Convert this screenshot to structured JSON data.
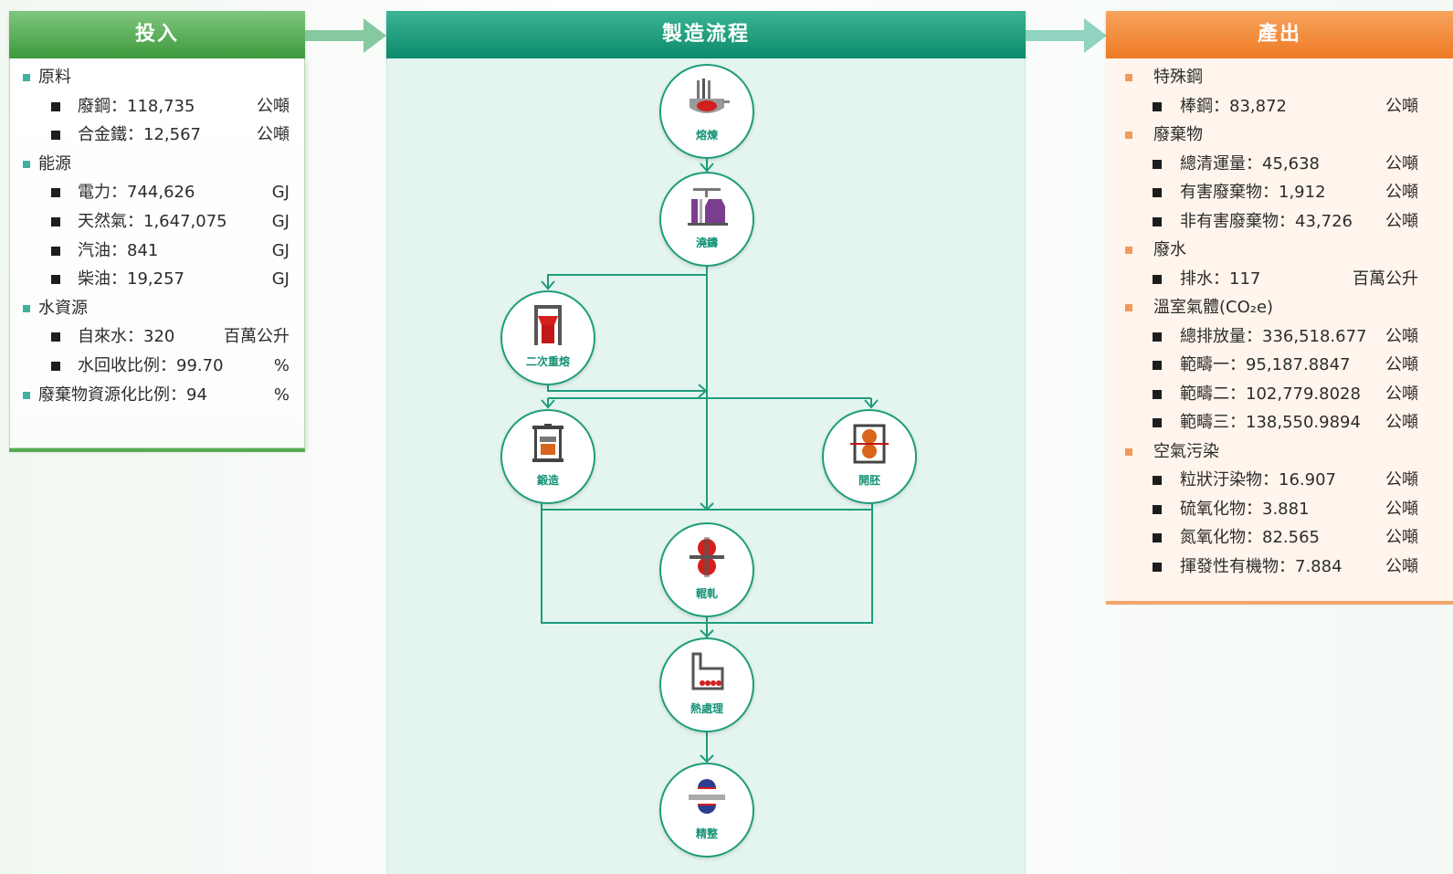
{
  "inputs": {
    "title": "投入",
    "rows": [
      {
        "kind": "cat",
        "text": "原料"
      },
      {
        "kind": "sub",
        "text": "廢鋼：118,735",
        "unit": "公噸"
      },
      {
        "kind": "sub",
        "text": "合金鐵：12,567",
        "unit": "公噸"
      },
      {
        "kind": "cat",
        "text": "能源"
      },
      {
        "kind": "sub",
        "text": "電力：744,626",
        "unit": "GJ"
      },
      {
        "kind": "sub",
        "text": "天然氣：1,647,075",
        "unit": "GJ"
      },
      {
        "kind": "sub",
        "text": "汽油：841",
        "unit": "GJ"
      },
      {
        "kind": "sub",
        "text": "柴油：19,257",
        "unit": "GJ"
      },
      {
        "kind": "cat",
        "text": "水資源"
      },
      {
        "kind": "sub",
        "text": "自來水：320",
        "unit": "百萬公升"
      },
      {
        "kind": "sub",
        "text": "水回收比例：99.70",
        "unit": "%"
      },
      {
        "kind": "cat",
        "text": "廢棄物資源化比例：94",
        "unit": "%"
      }
    ]
  },
  "process": {
    "title": "製造流程",
    "steps": {
      "smelting": "熔煉",
      "casting": "澆鑄",
      "remelting": "二次重熔",
      "forging": "鍛造",
      "blooming": "開胚",
      "rolling": "輥軋",
      "heat_treatment": "熱處理",
      "finishing": "精整"
    }
  },
  "outputs": {
    "title": "產出",
    "rows": [
      {
        "kind": "cat",
        "text": "特殊鋼"
      },
      {
        "kind": "sub",
        "text": "棒鋼：83,872",
        "unit": "公噸"
      },
      {
        "kind": "cat",
        "text": "廢棄物"
      },
      {
        "kind": "sub",
        "text": "總清運量：45,638",
        "unit": "公噸"
      },
      {
        "kind": "sub",
        "text": "有害廢棄物：1,912",
        "unit": "公噸"
      },
      {
        "kind": "sub",
        "text": "非有害廢棄物：43,726",
        "unit": "公噸"
      },
      {
        "kind": "cat",
        "text": "廢水"
      },
      {
        "kind": "sub",
        "text": "排水：117",
        "unit": "百萬公升"
      },
      {
        "kind": "cat",
        "text": "溫室氣體(CO₂e)"
      },
      {
        "kind": "sub",
        "text": "總排放量：336,518.677",
        "unit": "公噸"
      },
      {
        "kind": "sub",
        "text": "範疇一：95,187.8847",
        "unit": "公噸"
      },
      {
        "kind": "sub",
        "text": "範疇二：102,779.8028",
        "unit": "公噸"
      },
      {
        "kind": "sub",
        "text": "範疇三：138,550.9894",
        "unit": "公噸"
      },
      {
        "kind": "cat",
        "text": "空氣污染"
      },
      {
        "kind": "sub",
        "text": "粒狀汙染物：16.907",
        "unit": "公噸"
      },
      {
        "kind": "sub",
        "text": "硫氧化物：3.881",
        "unit": "公噸"
      },
      {
        "kind": "sub",
        "text": "氮氧化物：82.565",
        "unit": "公噸"
      },
      {
        "kind": "sub",
        "text": "揮發性有機物：7.884",
        "unit": "公噸"
      }
    ]
  },
  "colors": {
    "input_accent": "#3d9a3c",
    "process_accent": "#0c8a6b",
    "output_accent": "#ee7a23",
    "flow_line": "#1e9d7b"
  }
}
